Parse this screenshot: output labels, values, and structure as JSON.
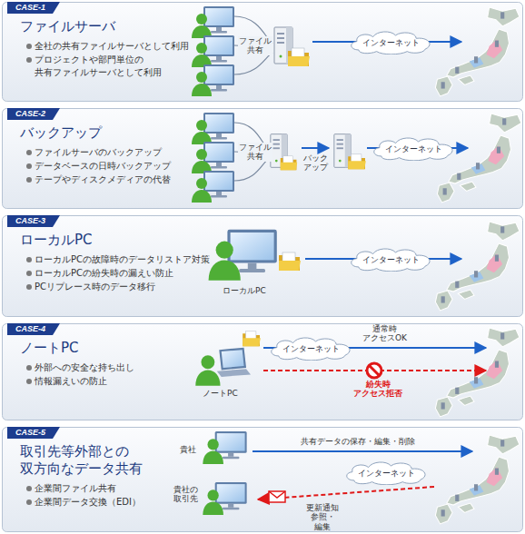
{
  "diagram": {
    "nodes": [
      {
        "text": [
          "CASE-1",
          "ファイルサーバ",
          "全社の共有ファイルサーバとして利用",
          "プロジェクトや部門単位の 共有ファイルサーバとして利用"
        ]
      },
      {
        "text": [
          "インターネット"
        ],
        "in": 0
      },
      {
        "text": [
          "CASE-2",
          "バックアップ",
          "ファイルサーバのバックアップ",
          "データベースの日時バックアップ",
          "テープやディスクメディアの代替"
        ]
      },
      {
        "text": [
          "インターネット"
        ],
        "in": 2
      },
      {
        "text": [
          "CASE-3",
          "ローカルPC",
          "ローカルPCの故障時のデータリストア対策",
          "ローカルPCの紛失時の漏えい防止",
          "PCリプレース時のデータ移行"
        ]
      },
      {
        "text": [
          "インターネット"
        ],
        "in": 4
      },
      {
        "text": [
          "CASE-4",
          "ノートPC",
          "外部への安全な持ち出し",
          "情報漏えいの防止"
        ]
      },
      {
        "text": [
          "インターネット"
        ],
        "in": 6
      },
      {
        "text": [
          "CASE-5",
          "取引先等外部との 双方向なデータ共有",
          "企業間ファイル共有",
          "企業間データ交換（EDI）"
        ]
      },
      {
        "text": [
          "インターネット"
        ],
        "in": 8
      }
    ],
    "labels": [
      "ファイル 共有",
      "ファイル 共有",
      "バック アップ",
      "ローカルPC",
      "ノートPC",
      "通常時 アクセスOK",
      "紛失時 アクセス拒否",
      "共有データの保存・編集・削除",
      "貴社",
      "貴社の 取引先",
      "更新通知 参照・編集"
    ]
  }
}
